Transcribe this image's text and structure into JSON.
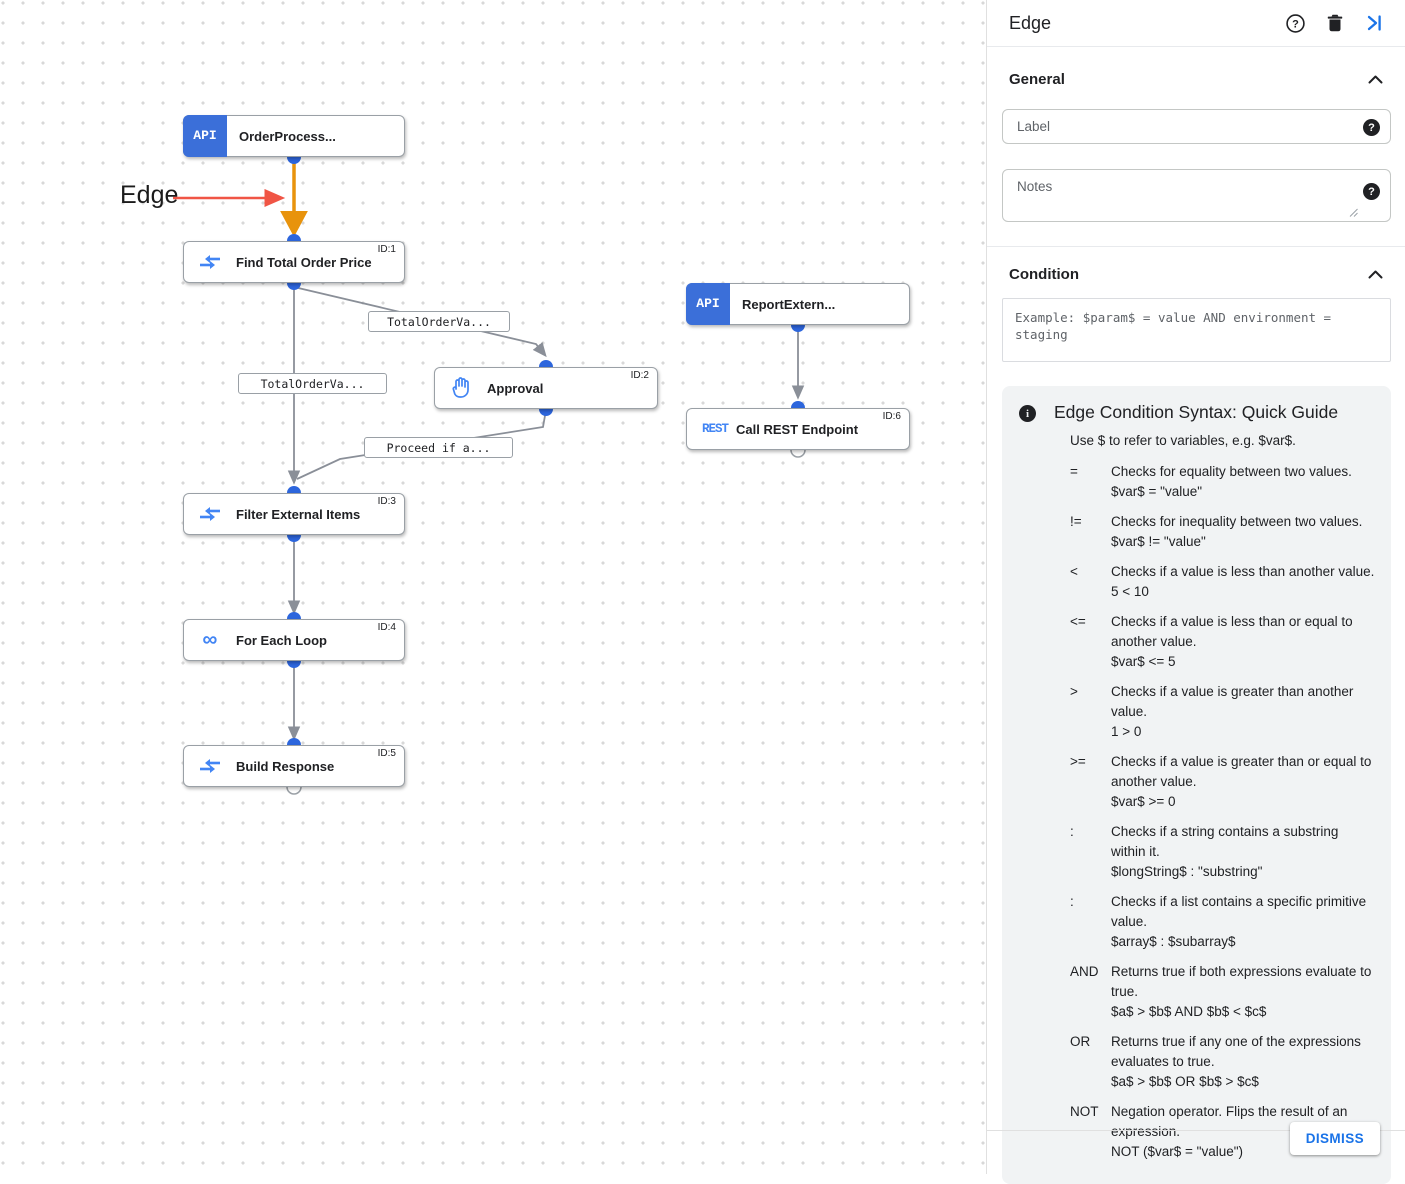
{
  "colors": {
    "accent_blue": "#1a73e8",
    "node_badge_blue": "#3b6fd9",
    "icon_blue": "#4285f4",
    "dot_blue": "#2d66dd",
    "edge_gray": "#8a8f98",
    "edge_orange": "#e8930c",
    "annotation_red": "#f05545"
  },
  "canvas": {
    "annotation_label": "Edge",
    "nodes": [
      {
        "label": "OrderProcess...",
        "id_label": "",
        "icon": "api-badge",
        "badge_text": "API"
      },
      {
        "label": "Find Total Order Price",
        "id_label": "ID:1",
        "icon": "data-mapping-icon"
      },
      {
        "label": "Approval",
        "id_label": "ID:2",
        "icon": "hand-icon"
      },
      {
        "label": "Filter External Items",
        "id_label": "ID:3",
        "icon": "data-mapping-icon"
      },
      {
        "label": "For Each Loop",
        "id_label": "ID:4",
        "icon": "loop-icon",
        "glyph": "∞"
      },
      {
        "label": "Build Response",
        "id_label": "ID:5",
        "icon": "data-mapping-icon"
      },
      {
        "label": "ReportExtern...",
        "id_label": "",
        "icon": "api-badge",
        "badge_text": "API"
      },
      {
        "label": "Call REST Endpoint",
        "id_label": "ID:6",
        "icon": "rest-icon",
        "glyph": "REST"
      }
    ],
    "edge_labels": [
      "TotalOrderVa...",
      "TotalOrderVa...",
      "Proceed if a..."
    ]
  },
  "panel": {
    "title": "Edge",
    "general_section": "General",
    "condition_section": "Condition",
    "label_placeholder": "Label",
    "notes_placeholder": "Notes",
    "condition_placeholder": "Example: $param$ = value AND environment = staging",
    "help_glyph": "?",
    "info_glyph": "i",
    "guide": {
      "title": "Edge Condition Syntax: Quick Guide",
      "subtitle": "Use $ to refer to variables, e.g. $var$.",
      "rows": [
        {
          "op": "=",
          "desc": "Checks for equality between two values.",
          "example": "$var$ = \"value\""
        },
        {
          "op": "!=",
          "desc": "Checks for inequality between two values.",
          "example": "$var$ != \"value\""
        },
        {
          "op": "<",
          "desc": "Checks if a value is less than another value.",
          "example": "5 < 10"
        },
        {
          "op": "<=",
          "desc": "Checks if a value is less than or equal to another value.",
          "example": "$var$ <= 5"
        },
        {
          "op": ">",
          "desc": "Checks if a value is greater than another value.",
          "example": "1 > 0"
        },
        {
          "op": ">=",
          "desc": "Checks if a value is greater than or equal to another value.",
          "example": "$var$ >= 0"
        },
        {
          "op": ":",
          "desc": "Checks if a string contains a substring within it.",
          "example": "$longString$ : \"substring\""
        },
        {
          "op": ":",
          "desc": "Checks if a list contains a specific primitive value.",
          "example": "$array$ : $subarray$"
        },
        {
          "op": "AND",
          "desc": "Returns true if both expressions evaluate to true.",
          "example": "$a$ > $b$ AND $b$ < $c$"
        },
        {
          "op": "OR",
          "desc": "Returns true if any one of the expressions evaluates to true.",
          "example": "$a$ > $b$ OR $b$ > $c$"
        },
        {
          "op": "NOT",
          "desc": "Negation operator. Flips the result of an expression.",
          "example": "NOT ($var$ = \"value\")"
        }
      ]
    },
    "dismiss_label": "DISMISS"
  }
}
